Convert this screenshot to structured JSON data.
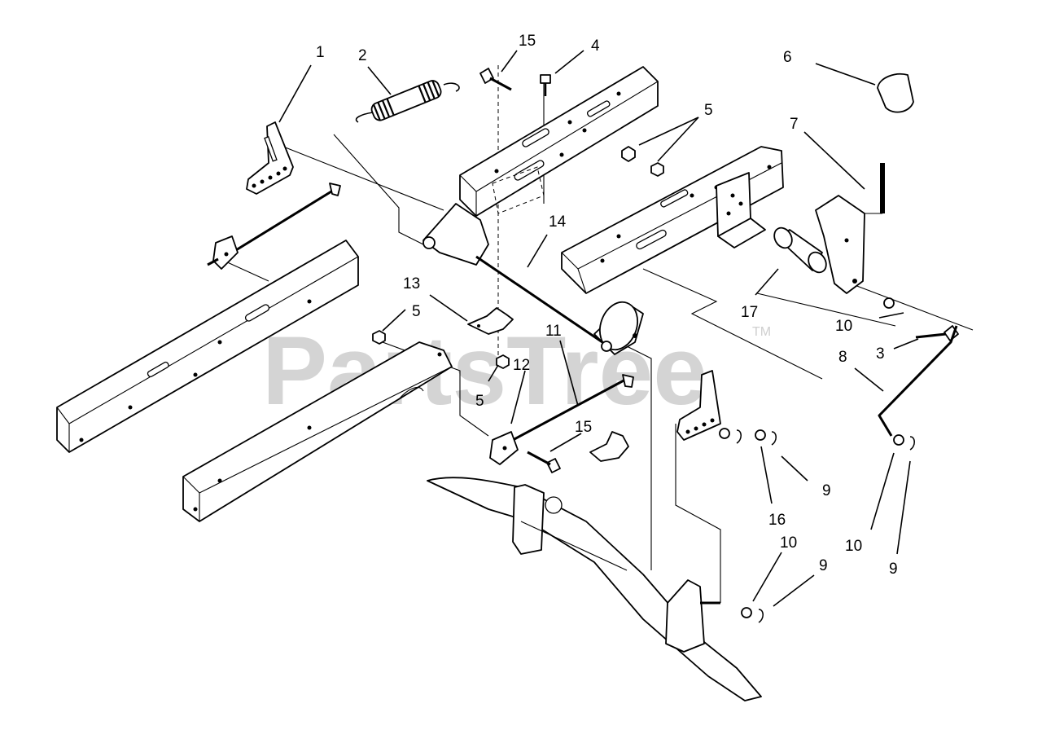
{
  "watermark": {
    "text": "PartsTree",
    "tm": "TM"
  },
  "callouts": [
    {
      "id": "c1",
      "text": "1"
    },
    {
      "id": "c2",
      "text": "2"
    },
    {
      "id": "c15a",
      "text": "15"
    },
    {
      "id": "c4",
      "text": "4"
    },
    {
      "id": "c6",
      "text": "6"
    },
    {
      "id": "c5a",
      "text": "5"
    },
    {
      "id": "c7",
      "text": "7"
    },
    {
      "id": "c14",
      "text": "14"
    },
    {
      "id": "c13",
      "text": "13"
    },
    {
      "id": "c5b",
      "text": "5"
    },
    {
      "id": "c17",
      "text": "17"
    },
    {
      "id": "c10a",
      "text": "10"
    },
    {
      "id": "c3",
      "text": "3"
    },
    {
      "id": "c11",
      "text": "11"
    },
    {
      "id": "c12",
      "text": "12"
    },
    {
      "id": "c5c",
      "text": "5"
    },
    {
      "id": "c8",
      "text": "8"
    },
    {
      "id": "c15b",
      "text": "15"
    },
    {
      "id": "c9a",
      "text": "9"
    },
    {
      "id": "c16",
      "text": "16"
    },
    {
      "id": "c10b",
      "text": "10"
    },
    {
      "id": "c9b",
      "text": "9"
    },
    {
      "id": "c10c",
      "text": "10"
    },
    {
      "id": "c9c",
      "text": "9"
    }
  ]
}
